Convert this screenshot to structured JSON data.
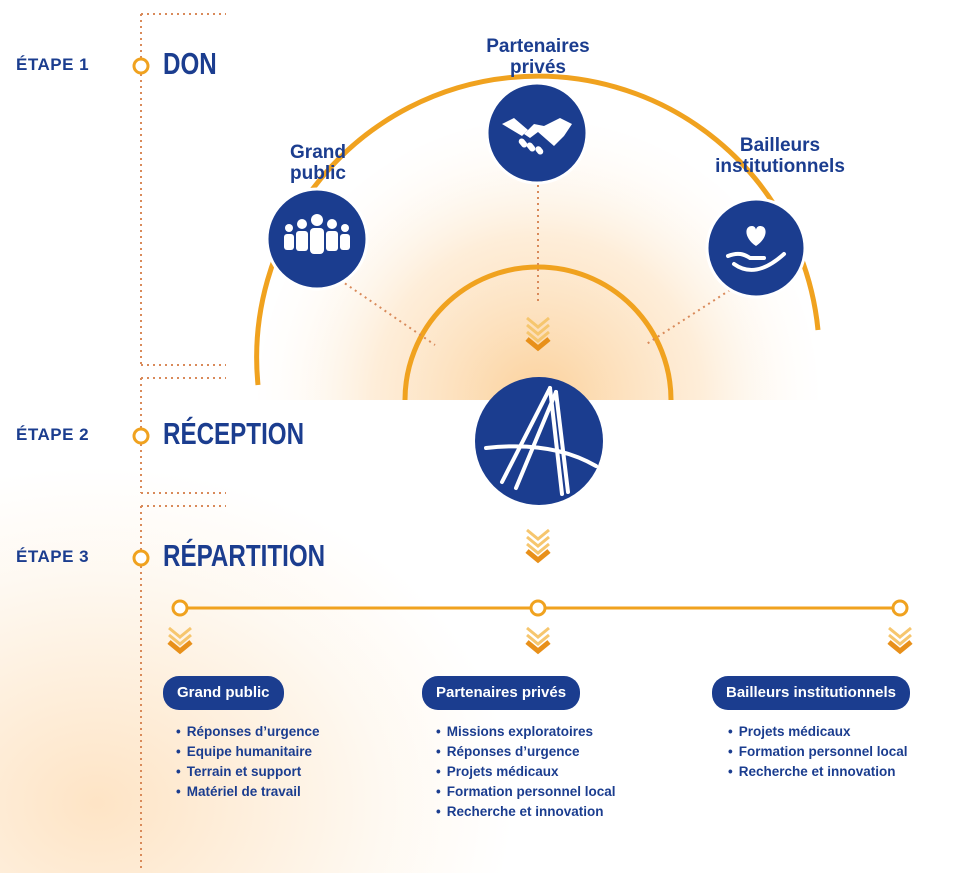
{
  "steps": [
    {
      "label": "ÉTAPE 1",
      "title": "DON"
    },
    {
      "label": "ÉTAPE 2",
      "title": "RÉCEPTION"
    },
    {
      "label": "ÉTAPE 3",
      "title": "RÉPARTITION"
    }
  ],
  "donors": {
    "grand_public": {
      "line1": "Grand",
      "line2": "public",
      "icon": "people-group-icon"
    },
    "partenaires": {
      "line1": "Partenaires",
      "line2": "privés",
      "icon": "handshake-icon"
    },
    "bailleurs": {
      "line1": "Bailleurs",
      "line2": "institutionnels",
      "icon": "heart-in-hand-icon"
    }
  },
  "reception_logo": "organization-logo",
  "columns": [
    {
      "title": "Grand public",
      "items": [
        "Réponses d’urgence",
        "Equipe humanitaire",
        "Terrain et support",
        "Matériel de travail"
      ]
    },
    {
      "title": "Partenaires privés",
      "items": [
        "Missions exploratoires",
        "Réponses d’urgence",
        "Projets médicaux",
        "Formation personnel local",
        "Recherche et innovation"
      ]
    },
    {
      "title": "Bailleurs institutionnels",
      "items": [
        "Projets médicaux",
        "Formation personnel local",
        "Recherche et innovation"
      ]
    }
  ],
  "colors": {
    "navy": "#1b3d8f",
    "orange": "#f0a21f",
    "dotted": "#d98a5a"
  }
}
